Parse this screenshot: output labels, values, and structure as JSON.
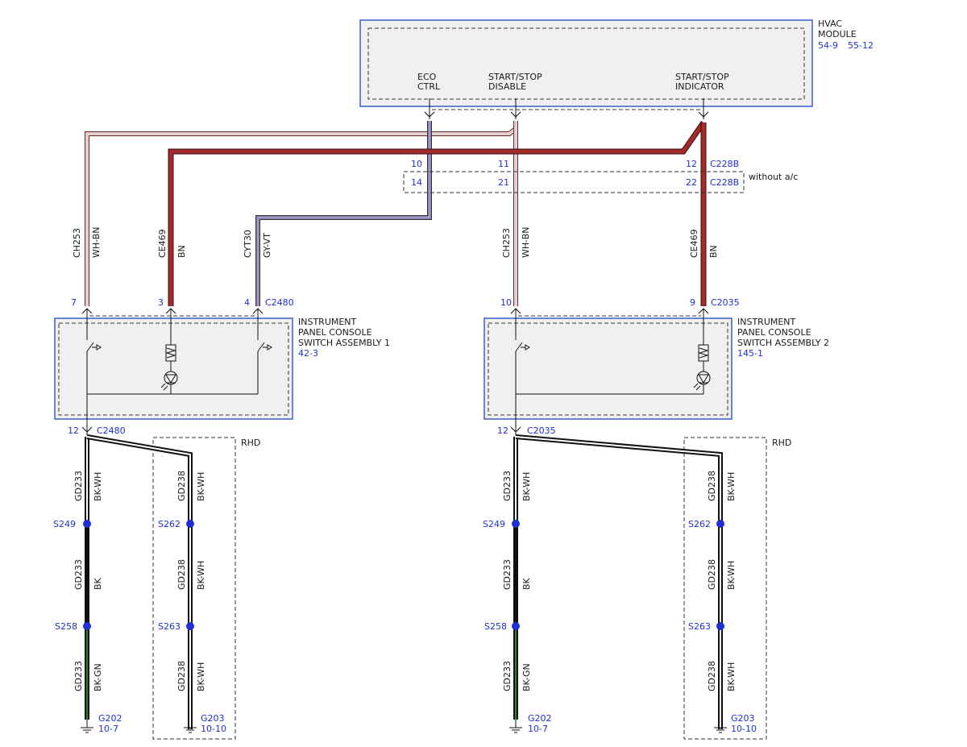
{
  "hvac": {
    "title1": "HVAC",
    "title2": "MODULE",
    "ref1": "54-9",
    "ref2": "55-12",
    "pin_eco_1": "ECO",
    "pin_eco_2": "CTRL",
    "pin_ss_1": "START/STOP",
    "pin_ss_2": "DISABLE",
    "pin_ind_1": "START/STOP",
    "pin_ind_2": "INDICATOR"
  },
  "c228b": {
    "p10": "10",
    "p11": "11",
    "p12": "12",
    "name1": "C228B",
    "p14": "14",
    "p21": "21",
    "p22": "22",
    "name2": "C228B",
    "note": "without a/c"
  },
  "wires": {
    "ch253": "CH253",
    "whbn": "WH-BN",
    "ce469": "CE469",
    "bn": "BN",
    "cyt30": "CYT30",
    "gyvt": "GY-VT",
    "ch253_b": "CH253",
    "whbn_b": "WH-BN",
    "ce469_b": "CE469",
    "bn_b": "BN"
  },
  "conn_left": {
    "p7": "7",
    "p3": "3",
    "p4": "4",
    "name": "C2480",
    "p12": "12",
    "name_b": "C2480"
  },
  "conn_right": {
    "p10": "10",
    "p9": "9",
    "name": "C2035",
    "p12": "12",
    "name_b": "C2035"
  },
  "sw1": {
    "l1": "INSTRUMENT",
    "l2": "PANEL CONSOLE",
    "l3": "SWITCH ASSEMBLY 1",
    "ref": "42-3"
  },
  "sw2": {
    "l1": "INSTRUMENT",
    "l2": "PANEL CONSOLE",
    "l3": "SWITCH ASSEMBLY 2",
    "ref": "145-1"
  },
  "ground_left": {
    "rhd": "RHD",
    "w1a": "GD233",
    "c1a": "BK-WH",
    "w1b": "GD233",
    "c1b": "BK",
    "w1c": "GD233",
    "c1c": "BK-GN",
    "w2a": "GD238",
    "c2a": "BK-WH",
    "w2b": "GD238",
    "c2b": "BK-WH",
    "w2c": "GD238",
    "c2c": "BK-WH",
    "s249": "S249",
    "s258": "S258",
    "s262": "S262",
    "s263": "S263",
    "g202": "G202",
    "g202ref": "10-7",
    "g203": "G203",
    "g203ref": "10-10"
  },
  "ground_right": {
    "rhd": "RHD",
    "w1a": "GD233",
    "c1a": "BK-WH",
    "w1b": "GD233",
    "c1b": "BK",
    "w1c": "GD233",
    "c1c": "BK-GN",
    "w2a": "GD238",
    "c2a": "BK-WH",
    "w2b": "GD238",
    "c2b": "BK-WH",
    "w2c": "GD238",
    "c2c": "BK-WH",
    "s249": "S249",
    "s258": "S258",
    "s262": "S262",
    "s263": "S263",
    "g202": "G202",
    "g202ref": "10-7",
    "g203": "G203",
    "g203ref": "10-10"
  },
  "colors": {
    "module_border": "#3a5fc8",
    "label_blue": "#1f2fd6",
    "wire_brown": "#a32a2a",
    "wire_violet": "#8a7ab8",
    "wire_green": "#1e8a1e",
    "splice": "#1f2fd6"
  }
}
